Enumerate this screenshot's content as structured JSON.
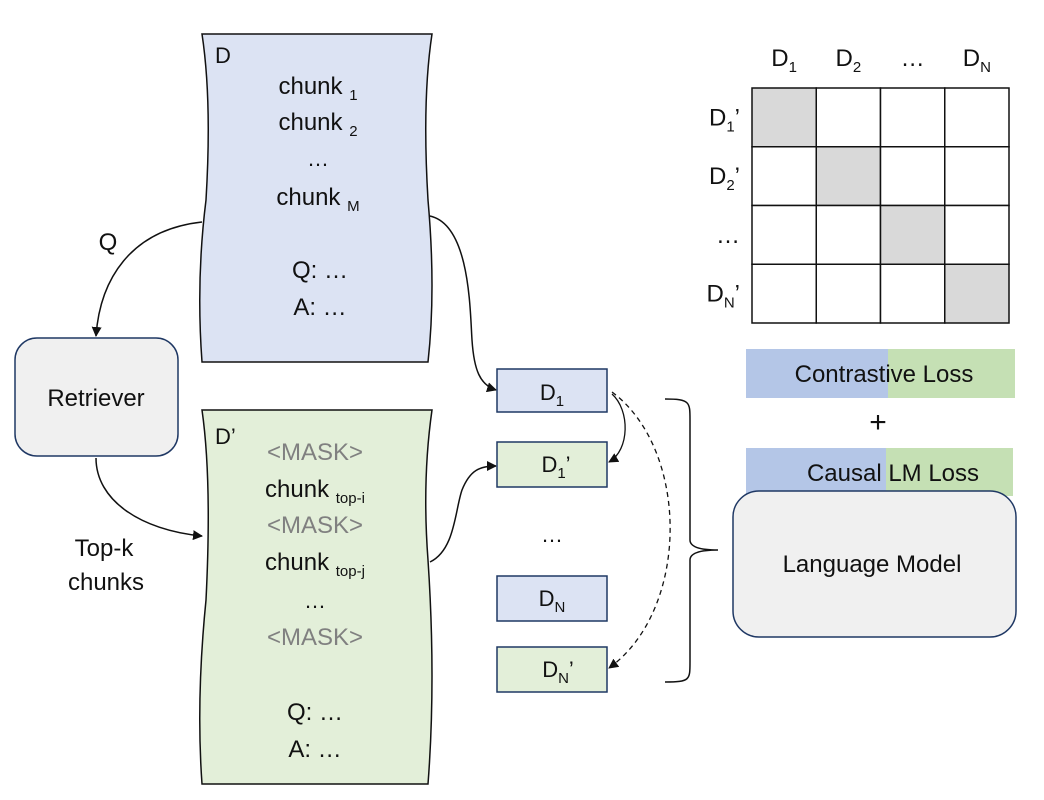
{
  "doc_d": {
    "label": "D",
    "chunk1": {
      "word": "chunk",
      "sub": "1"
    },
    "chunk2": {
      "word": "chunk",
      "sub": "2"
    },
    "ellipsis": "…",
    "chunkM": {
      "word": "chunk",
      "sub": "M"
    },
    "q": "Q: …",
    "a": "A: …",
    "fill": "#dce3f3"
  },
  "doc_d_prime": {
    "label": "D’",
    "mask1": "<MASK>",
    "chunk_i": {
      "word": "chunk",
      "sub": "top-i"
    },
    "mask2": "<MASK>",
    "chunk_j": {
      "word": "chunk",
      "sub": "top-j"
    },
    "ellipsis": "…",
    "mask3": "<MASK>",
    "q": "Q: …",
    "a": "A: …",
    "fill": "#e3efd9"
  },
  "retriever": {
    "label": "Retriever",
    "fill": "#f0f0f0"
  },
  "arrow_labels": {
    "q": "Q",
    "topk_line1": "Top-k",
    "topk_line2": "chunks"
  },
  "boxes": {
    "d1": {
      "main": "D",
      "sub": "1",
      "prime": ""
    },
    "d1p": {
      "main": "D",
      "sub": "1",
      "prime": "’"
    },
    "ellipsis": "…",
    "dn": {
      "main": "D",
      "sub": "N",
      "prime": ""
    },
    "dnp": {
      "main": "D",
      "sub": "N",
      "prime": "’"
    }
  },
  "matrix": {
    "cols": [
      {
        "main": "D",
        "sub": "1"
      },
      {
        "main": "D",
        "sub": "2"
      },
      {
        "text": "…"
      },
      {
        "main": "D",
        "sub": "N"
      }
    ],
    "rows": [
      {
        "main": "D",
        "sub": "1",
        "prime": "’"
      },
      {
        "main": "D",
        "sub": "2",
        "prime": "’"
      },
      {
        "text": "…"
      },
      {
        "main": "D",
        "sub": "N",
        "prime": "’"
      }
    ],
    "diag_fill": "#d9d9d9"
  },
  "losses": {
    "contrastive": "Contrastive Loss",
    "plus": "+",
    "causal": "Causal LM Loss",
    "blue": "#b4c6e7",
    "green": "#c5e0b4"
  },
  "language_model": {
    "label": "Language Model",
    "fill": "#f0f0f0"
  }
}
